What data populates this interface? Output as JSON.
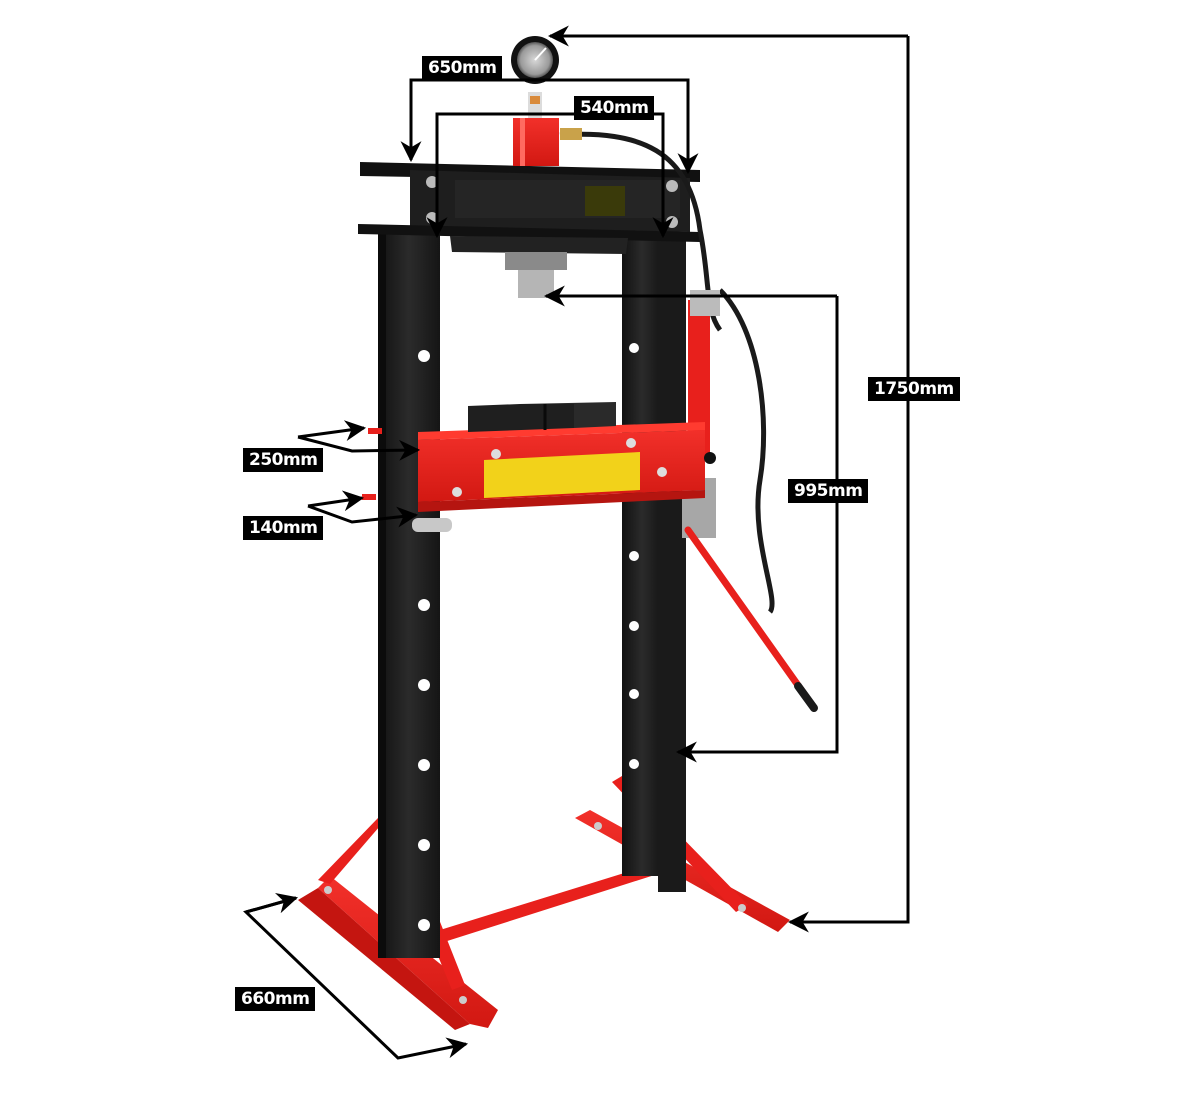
{
  "diagram": {
    "subject": "Hydraulic shop press with pressure gauge",
    "colors": {
      "frame_black": "#1c1c1c",
      "accent_red": "#e8201c",
      "warning_yellow": "#f2d21a",
      "dimension_line": "#000000",
      "label_bg": "#000000",
      "label_text": "#ffffff",
      "background": "#ffffff"
    },
    "dimensions": {
      "outer_width": "650mm",
      "inner_width": "540mm",
      "total_height": "1750mm",
      "working_height": "995mm",
      "table_depth": "250mm",
      "table_height": "140mm",
      "foot_length": "660mm"
    },
    "components": [
      "pressure-gauge",
      "hydraulic-cylinder",
      "top-crossbeam",
      "ram",
      "left-upright",
      "right-upright",
      "work-table",
      "press-plates",
      "pump-handle",
      "hydraulic-hose",
      "table-pins",
      "left-foot",
      "right-foot",
      "foot-crossbar"
    ]
  }
}
